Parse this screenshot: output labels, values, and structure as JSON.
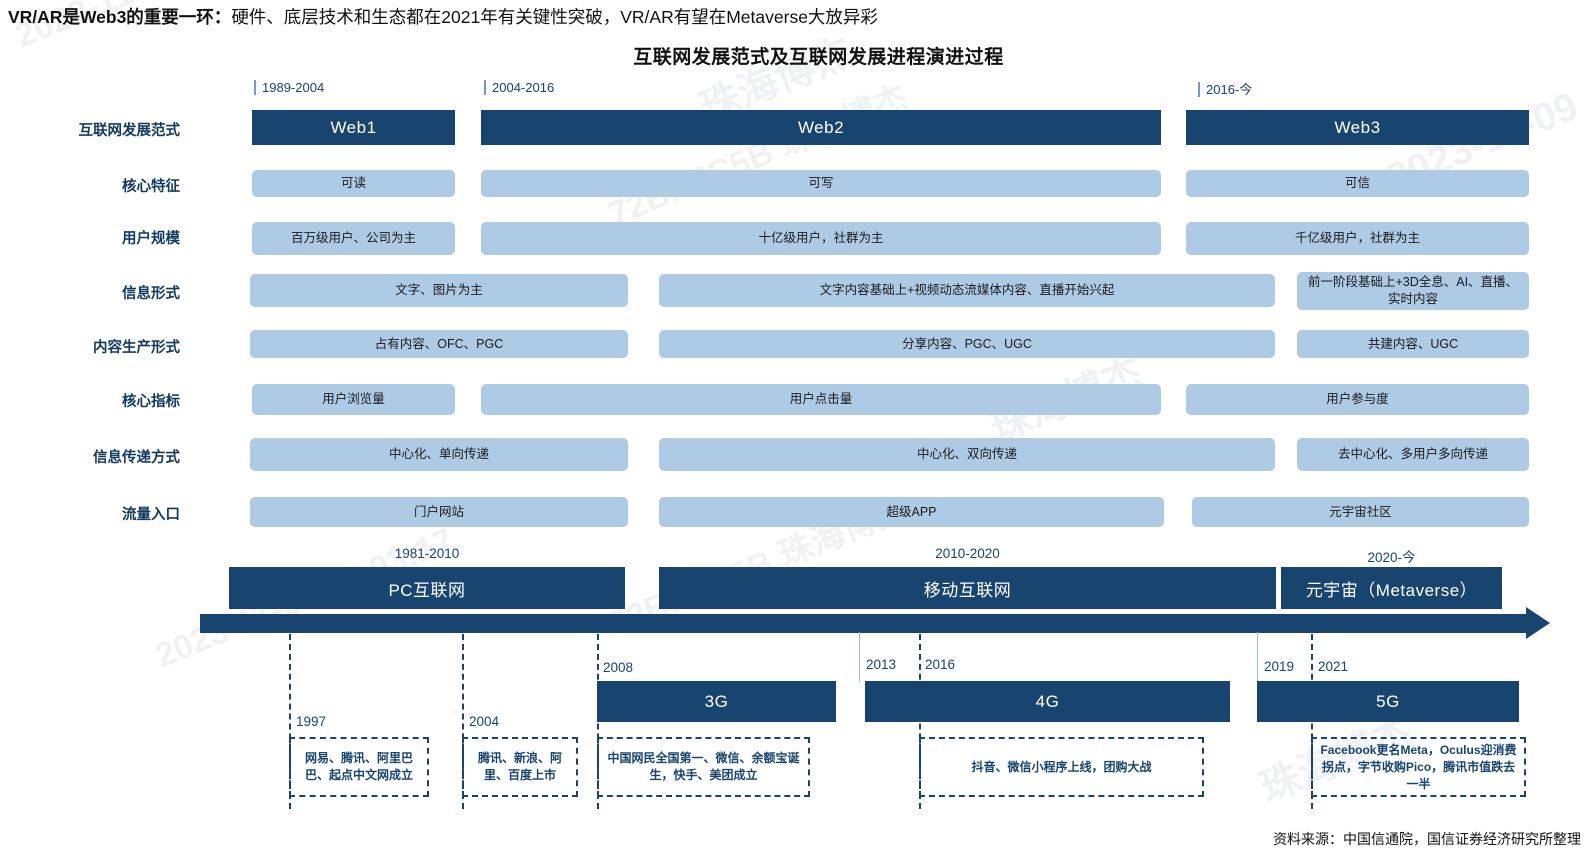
{
  "header": {
    "kicker_bold": "VR/AR是Web3的重要一环：",
    "kicker_rest": "硬件、底层技术和生态都在2021年有关键性突破，VR/AR有望在Metaverse大放异彩",
    "title": "互联网发展范式及互联网发展进程演进过程"
  },
  "watermarks": {
    "w1": "2023-11-09  15:03:17",
    "w2": "72BA7C5B  珠海博杰",
    "w3": "2023-11-09",
    "w4": "珠海博杰",
    "w5": "72BA7C5B  珠海博杰"
  },
  "colors": {
    "dark_blue": "#17456f",
    "light_blue": "#aecbe6",
    "label_blue": "#12395f"
  },
  "paradigm": {
    "date_ranges": [
      "1989-2004",
      "2004-2016",
      "2016-今"
    ],
    "names": [
      "Web1",
      "Web2",
      "Web3"
    ]
  },
  "row_labels": [
    "互联网发展范式",
    "核心特征",
    "用户规模",
    "信息形式",
    "内容生产形式",
    "核心指标",
    "信息传递方式",
    "流量入口"
  ],
  "rows": [
    {
      "label": "核心特征",
      "cells": [
        "可读",
        "可写",
        "可信"
      ]
    },
    {
      "label": "用户规模",
      "cells": [
        "百万级用户、公司为主",
        "十亿级用户，社群为主",
        "千亿级用户，社群为主"
      ]
    },
    {
      "label": "信息形式",
      "cells": [
        "文字、图片为主",
        "文字内容基础上+视频动态流媒体内容、直播开始兴起",
        "前一阶段基础上+3D全息、AI、直播、实时内容"
      ]
    },
    {
      "label": "内容生产形式",
      "cells": [
        "占有内容、OFC、PGC",
        "分享内容、PGC、UGC",
        "共建内容、UGC"
      ]
    },
    {
      "label": "核心指标",
      "cells": [
        "用户浏览量",
        "用户点击量",
        "用户参与度"
      ]
    },
    {
      "label": "信息传递方式",
      "cells": [
        "中心化、单向传递",
        "中心化、双向传递",
        "去中心化、多用户多向传递"
      ]
    },
    {
      "label": "流量入口",
      "cells": [
        "门户网站",
        "超级APP",
        "元宇宙社区"
      ]
    }
  ],
  "eras": [
    {
      "date": "1981-2010",
      "name": "PC互联网"
    },
    {
      "date": "2010-2020",
      "name": "移动互联网"
    },
    {
      "date": "2020-今",
      "name": "元宇宙（Metaverse）"
    }
  ],
  "generations": [
    {
      "name": "3G",
      "start_year": "2008"
    },
    {
      "name": "4G",
      "start_year": "2016"
    },
    {
      "name": "5G",
      "start_year": "2021"
    }
  ],
  "milestone_years": [
    "1997",
    "2004",
    "2008",
    "2013",
    "2016",
    "2019",
    "2021"
  ],
  "notes": [
    {
      "year": "1997",
      "text": "网易、腾讯、阿里巴巴、起点中文网成立"
    },
    {
      "year": "2004",
      "text": "腾讯、新浪、阿里、百度上市"
    },
    {
      "year": "2008",
      "text": "中国网民全国第一、微信、余额宝诞生，快手、美团成立"
    },
    {
      "year": "2016",
      "text": "抖音、微信小程序上线，团购大战"
    },
    {
      "year": "2021",
      "text": "Facebook更名Meta，Oculus迎消费拐点，字节收购Pico，腾讯市值跌去一半"
    }
  ],
  "footer": {
    "source": "资料来源：中国信通院，国信证券经济研究所整理"
  }
}
